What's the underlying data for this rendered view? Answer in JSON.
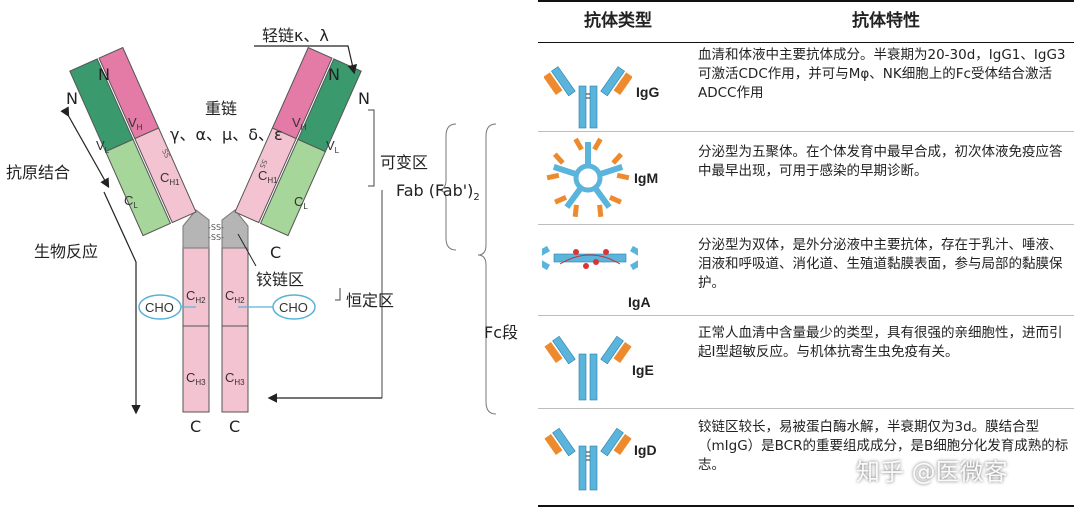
{
  "diagram": {
    "light_chain": "轻链κ、λ",
    "heavy_chain": "重链",
    "heavy_chain_types": "γ、α、μ、δ、ε",
    "n_terminal": "N",
    "c_terminal": "C",
    "antigen_binding": "抗原结合",
    "biological_response": "生物反应",
    "variable_region": "可变区",
    "constant_region": "恒定区",
    "hinge_region": "铰链区",
    "fab": "Fab (Fab')",
    "fab_sub": "2",
    "fc": "Fc段",
    "cho": "CHO",
    "ss": "-SS-",
    "domains": {
      "vh": "V",
      "vh_sub": "H",
      "vl": "V",
      "vl_sub": "L",
      "ch1": "C",
      "ch1_sub": "H1",
      "cl": "C",
      "cl_sub": "L",
      "ch2": "C",
      "ch2_sub": "H2",
      "ch3": "C",
      "ch3_sub": "H3"
    }
  },
  "table": {
    "col_type": "抗体类型",
    "col_feature": "抗体特性",
    "rows": [
      {
        "name": "IgG",
        "desc": "血清和体液中主要抗体成分。半衰期为20-30d，IgG1、IgG3可激活CDC作用，并可与Mφ、NK细胞上的Fc受体结合激活ADCC作用"
      },
      {
        "name": "IgM",
        "desc": "分泌型为五聚体。在个体发育中最早合成，初次体液免疫应答中最早出现，可用于感染的早期诊断。"
      },
      {
        "name": "IgA",
        "desc": "分泌型为双体，是外分泌液中主要抗体，存在于乳汁、唾液、泪液和呼吸道、消化道、生殖道黏膜表面，参与局部的黏膜保护。"
      },
      {
        "name": "IgE",
        "desc": "正常人血清中含量最少的类型，具有很强的亲细胞性，进而引起I型超敏反应。与机体抗寄生虫免疫有关。"
      },
      {
        "name": "IgD",
        "desc": "铰链区较长，易被蛋白酶水解，半衰期仅为3d。膜结合型（mIgG）是BCR的重要组成成分，是B细胞分化发育成熟的标志。"
      }
    ]
  },
  "watermark": "知乎 @医微客",
  "colors": {
    "vh": "#e47aa6",
    "vl": "#3a9a6e",
    "ch": "#f4c3d2",
    "cl": "#a7d69b",
    "hinge": "#b5b5b5",
    "cho": "#56b3d6",
    "ab_blue": "#5ab4dc",
    "ab_orange": "#ee8a2e"
  }
}
